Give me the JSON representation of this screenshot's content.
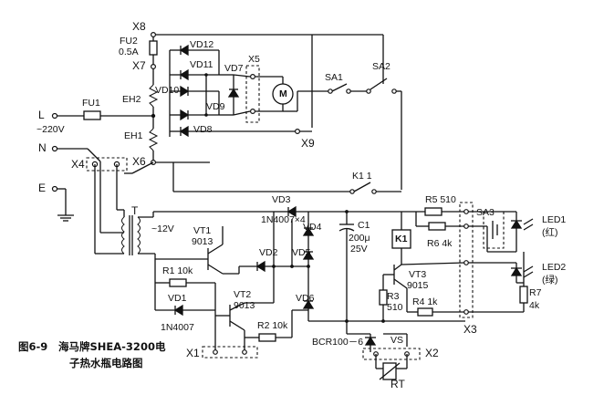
{
  "caption": {
    "figure_no": "图6-9",
    "title_line1": "海马牌SHEA-3200电",
    "title_line2": "子热水瓶电路图"
  },
  "labels": {
    "X8": "X8",
    "FU2": "FU2",
    "FU2_rating": "0.5A",
    "X7": "X7",
    "VD12": "VD12",
    "VD11": "VD11",
    "VD10": "VD10",
    "VD9": "VD9",
    "VD8": "VD8",
    "VD7": "VD7",
    "X5": "X5",
    "SA1": "SA1",
    "SA2": "SA2",
    "X9": "X9",
    "motor": "M",
    "L": "L",
    "N": "N",
    "E": "E",
    "mains": "~220V",
    "FU1": "FU1",
    "EH2": "EH2",
    "EH1": "EH1",
    "X4": "X4",
    "X6": "X6",
    "K1_contact": "K1 1",
    "T": "T",
    "sec_voltage": "~12V",
    "VD3": "VD3",
    "VD3_part": "1N4007×4",
    "VD4": "VD4",
    "VD5": "VD5",
    "VD6": "VD6",
    "VD2": "VD2",
    "C1": "C1",
    "C1_cap": "200μ",
    "C1_volt": "25V",
    "VT1": "VT1",
    "VT1_part": "9013",
    "VT2": "VT2",
    "VT2_part": "9013",
    "VT3": "VT3",
    "VT3_part": "9015",
    "R1": "R1 10k",
    "VD1": "VD1",
    "VD1_part": "1N4007",
    "R2": "R2 10k",
    "R3": "R3",
    "R3_val": "510",
    "R4": "R4 1k",
    "R5": "R5 510",
    "R6": "R6 4k",
    "R7": "R7",
    "R7_val": "4k",
    "K1": "K1",
    "SA3": "SA3",
    "LED1": "LED1",
    "LED1_color": "(红)",
    "LED2": "LED2",
    "LED2_color": "(绿)",
    "X1": "X1",
    "X2": "X2",
    "X3": "X3",
    "BCR": "BCR100－6",
    "VS": "VS",
    "RT": "RT"
  }
}
